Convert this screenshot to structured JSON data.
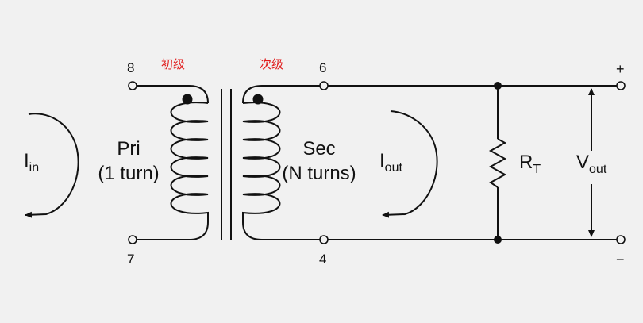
{
  "terminals": {
    "pri_top": "8",
    "pri_bottom": "7",
    "sec_top": "6",
    "sec_bottom": "4",
    "out_plus": "+",
    "out_minus": "−"
  },
  "annotations": {
    "primary_cn": "初级",
    "secondary_cn": "次级",
    "color": "#e11d1d"
  },
  "primary": {
    "name": "Pri",
    "turns": "(1 turn)"
  },
  "secondary": {
    "name": "Sec",
    "turns": "(N turns)"
  },
  "currents": {
    "in": {
      "main": "I",
      "sub": "in"
    },
    "out": {
      "main": "I",
      "sub": "out"
    }
  },
  "resistor": {
    "main": "R",
    "sub": "T"
  },
  "voltage": {
    "main": "V",
    "sub": "out"
  }
}
